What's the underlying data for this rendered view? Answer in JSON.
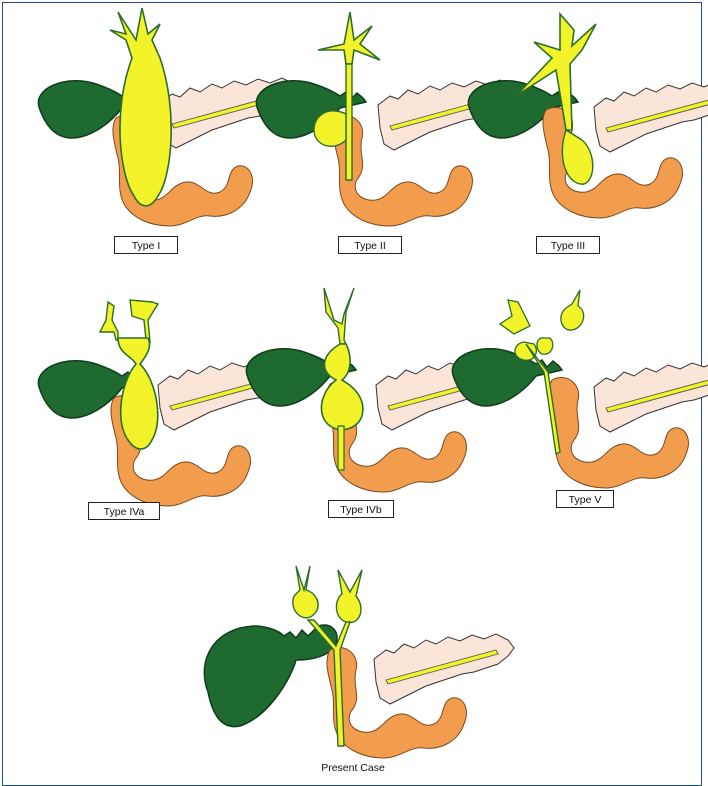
{
  "figure": {
    "panels": [
      {
        "id": "type-1",
        "label": "Type I"
      },
      {
        "id": "type-2",
        "label": "Type II"
      },
      {
        "id": "type-3",
        "label": "Type III"
      },
      {
        "id": "type-4a",
        "label": "Type IVa"
      },
      {
        "id": "type-4b",
        "label": "Type IVb"
      },
      {
        "id": "type-5",
        "label": "Type V"
      },
      {
        "id": "present-case",
        "label": "Present Case"
      }
    ]
  },
  "colors": {
    "gallbladder": "#1f6a30",
    "duct": "#f3f32a",
    "duodenum": "#f29c4e",
    "pancreas": "#fbe4d8",
    "border": "#1f4e8c"
  }
}
